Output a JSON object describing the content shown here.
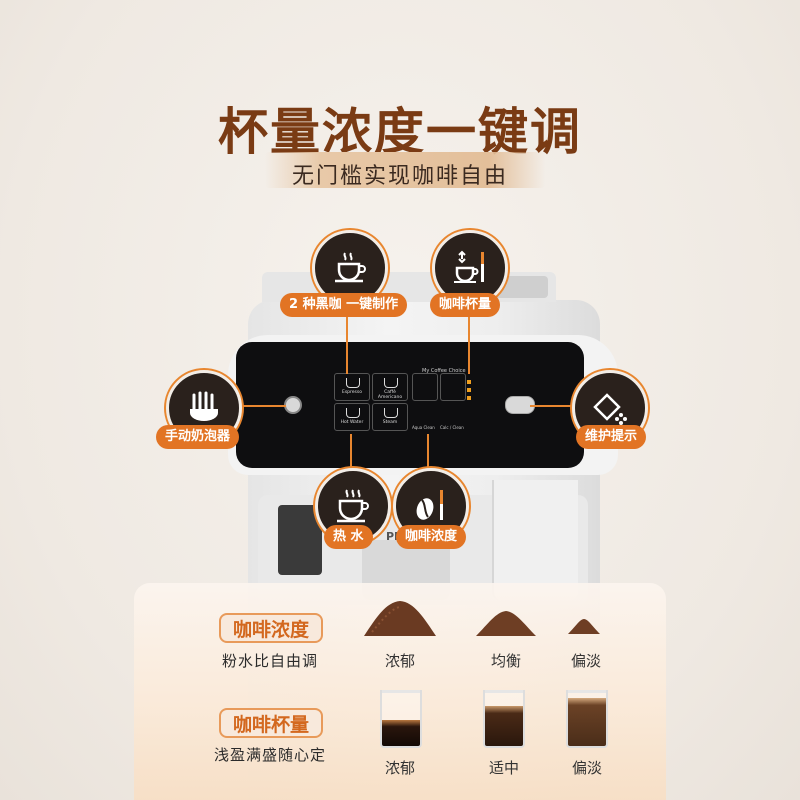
{
  "headline": {
    "title": "杯量浓度一键调",
    "subtitle": "无门槛实现咖啡自由"
  },
  "panel": {
    "title": "My Coffee Choice",
    "buttons": [
      "Espresso",
      "Caffè Americano",
      "Hot Water",
      "Steam"
    ],
    "bottom_buttons": [
      "Aqua Clean",
      "Calc / Clean"
    ],
    "brand": "PH"
  },
  "features": [
    {
      "id": "two-black-coffee",
      "label": "2 种黑咖 一键制作",
      "icon": "espresso-cup-icon"
    },
    {
      "id": "cup-volume",
      "label": "咖啡杯量",
      "icon": "cup-volume-icon"
    },
    {
      "id": "manual-frother",
      "label": "手动奶泡器",
      "icon": "steam-frother-icon"
    },
    {
      "id": "maintenance",
      "label": "维护提示",
      "icon": "maintenance-drop-icon"
    },
    {
      "id": "hot-water",
      "label": "热 水",
      "icon": "hot-water-cup-icon"
    },
    {
      "id": "strength",
      "label": "咖啡浓度",
      "icon": "coffee-bean-strength-icon"
    }
  ],
  "info": {
    "strength": {
      "title": "咖啡浓度",
      "description": "粉水比自由调",
      "levels": [
        "浓郁",
        "均衡",
        "偏淡"
      ]
    },
    "volume": {
      "title": "咖啡杯量",
      "description": "浅盈满盛随心定",
      "levels": [
        "浓郁",
        "适中",
        "偏淡"
      ]
    }
  },
  "colors": {
    "accent": "#e27424",
    "title": "#7a3b14",
    "badge_dark": "#2a211c"
  }
}
